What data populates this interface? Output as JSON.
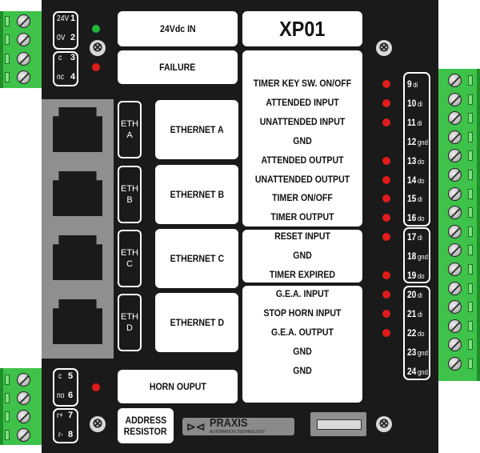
{
  "device": {
    "model": "XP01"
  },
  "labels": {
    "power": "24Vdc IN",
    "failure": "FAILURE",
    "horn": "HORN OUPUT",
    "address": "ADDRESS",
    "resistor": "RESISTOR"
  },
  "left_terminals": {
    "top": [
      {
        "pin": "24V",
        "num": "1"
      },
      {
        "pin": "0V",
        "num": "2"
      },
      {
        "pin": "c",
        "num": "3"
      },
      {
        "pin": "nc",
        "num": "4"
      }
    ],
    "bottom": [
      {
        "pin": "c",
        "num": "5"
      },
      {
        "pin": "no",
        "num": "6"
      },
      {
        "pin": "r+",
        "num": "7"
      },
      {
        "pin": "r-",
        "num": "8"
      }
    ]
  },
  "eth_ports": [
    {
      "tag_line1": "ETH",
      "tag_line2": "A",
      "label": "ETHERNET A"
    },
    {
      "tag_line1": "ETH",
      "tag_line2": "B",
      "label": "ETHERNET B"
    },
    {
      "tag_line1": "ETH",
      "tag_line2": "C",
      "label": "ETHERNET C"
    },
    {
      "tag_line1": "ETH",
      "tag_line2": "D",
      "label": "ETHERNET D"
    }
  ],
  "io": [
    {
      "label": "TIMER KEY SW. ON/OFF",
      "num": "9",
      "type": "di",
      "led": true
    },
    {
      "label": "ATTENDED INPUT",
      "num": "10",
      "type": "di",
      "led": true
    },
    {
      "label": "UNATTENDED INPUT",
      "num": "11",
      "type": "di",
      "led": true
    },
    {
      "label": "GND",
      "num": "12",
      "type": "gnd",
      "led": false
    },
    {
      "label": "ATTENDED OUTPUT",
      "num": "13",
      "type": "do",
      "led": true
    },
    {
      "label": "UNATTENDED OUTPUT",
      "num": "14",
      "type": "do",
      "led": true
    },
    {
      "label": "TIMER ON/OFF",
      "num": "15",
      "type": "di",
      "led": true
    },
    {
      "label": "TIMER OUTPUT",
      "num": "16",
      "type": "do",
      "led": true
    },
    {
      "label": "RESET INPUT",
      "num": "17",
      "type": "di",
      "led": true
    },
    {
      "label": "GND",
      "num": "18",
      "type": "gnd",
      "led": false
    },
    {
      "label": "TIMER EXPIRED",
      "num": "19",
      "type": "do",
      "led": true
    },
    {
      "label": "G.E.A. INPUT",
      "num": "20",
      "type": "di",
      "led": true
    },
    {
      "label": "STOP HORN INPUT",
      "num": "21",
      "type": "di",
      "led": true
    },
    {
      "label": "G.E.A. OUTPUT",
      "num": "22",
      "type": "do",
      "led": true
    },
    {
      "label": "GND",
      "num": "23",
      "type": "gnd",
      "led": false
    },
    {
      "label": "GND",
      "num": "24",
      "type": "gnd",
      "led": false
    }
  ],
  "logo": {
    "brand": "PRAXIS",
    "tagline": "AUTOMATION TECHNOLOGY"
  },
  "colors": {
    "led_red": "#e01b1b",
    "led_green": "#21b83a",
    "terminal_green": "#3ec24a",
    "panel": "#1a1a1a"
  }
}
